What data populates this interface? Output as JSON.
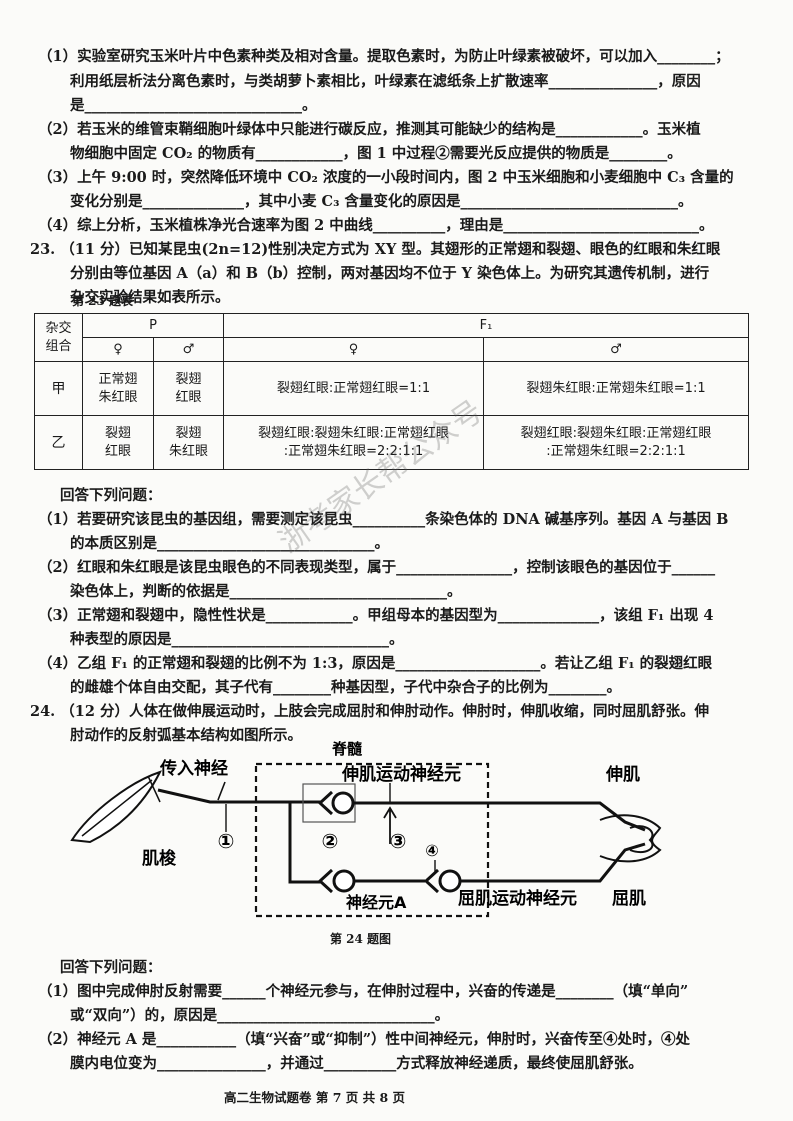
{
  "lines": [
    {
      "id": "q22-1a",
      "text": "（1）实验室研究玉米叶片中色素种类及相对含量。提取色素时，为防止叶绿素被破坏，可以加入________；"
    },
    {
      "id": "q22-1b",
      "text": "利用纸层析法分离色素时，与类胡萝卜素相比，叶绿素在滤纸条上扩散速率_______________，原因"
    },
    {
      "id": "q22-1c",
      "text": "是______________________________。"
    },
    {
      "id": "q22-2a",
      "text": "（2）若玉米的维管束鞘细胞叶绿体中只能进行碳反应，推测其可能缺少的结构是____________。玉米植"
    },
    {
      "id": "q22-2b",
      "text": "物细胞中固定 CO₂ 的物质有____________，图 1 中过程②需要光反应提供的物质是________。"
    },
    {
      "id": "q22-3a",
      "text": "（3）上午 9:00 时，突然降低环境中 CO₂ 浓度的一小段时间内，图 2 中玉米细胞和小麦细胞中 C₃ 含量的"
    },
    {
      "id": "q22-3b",
      "text": "变化分别是______________，其中小麦 C₃ 含量变化的原因是______________________________。"
    },
    {
      "id": "q22-4",
      "text": "（4）综上分析，玉米植株净光合速率为图 2 中曲线__________，理由是___________________________。"
    },
    {
      "id": "q23-a",
      "text": "23.  （11 分）已知某昆虫(2n=12)性别决定方式为 XY 型。其翅形的正常翅和裂翅、眼色的红眼和朱红眼"
    },
    {
      "id": "q23-b",
      "text": "分别由等位基因 A（a）和 B（b）控制，两对基因均不位于 Y 染色体上。为研究其遗传机制，进行"
    },
    {
      "id": "q23-c",
      "text": "杂交实验结果如表所示。"
    },
    {
      "id": "q23-ans",
      "text": "回答下列问题："
    },
    {
      "id": "q23-1a",
      "text": "（1）若要研究该昆虫的基因组，需要测定该昆虫__________条染色体的 DNA 碱基序列。基因 A 与基因 B"
    },
    {
      "id": "q23-1b",
      "text": "的本质区别是______________________________。"
    },
    {
      "id": "q23-2a",
      "text": "（2）红眼和朱红眼是该昆虫眼色的不同表现类型，属于________________，控制该眼色的基因位于______"
    },
    {
      "id": "q23-2b",
      "text": "染色体上，判断的依据是______________________________。"
    },
    {
      "id": "q23-3a",
      "text": "（3）正常翅和裂翅中，隐性性状是____________。甲组母本的基因型为______________，该组 F₁ 出现 4"
    },
    {
      "id": "q23-3b",
      "text": "种表型的原因是______________________________。"
    },
    {
      "id": "q23-4a",
      "text": "（4）乙组 F₁ 的正常翅和裂翅的比例不为 1:3，原因是____________________。若让乙组 F₁ 的裂翅红眼"
    },
    {
      "id": "q23-4b",
      "text": "的雌雄个体自由交配，其子代有________种基因型，子代中杂合子的比例为________。"
    },
    {
      "id": "q24-a",
      "text": "24.  （12 分）人体在做伸展运动时，上肢会完成屈肘和伸肘动作。伸肘时，伸肌收缩，同时屈肌舒张。伸"
    },
    {
      "id": "q24-b",
      "text": "肘动作的反射弧基本结构如图所示。"
    },
    {
      "id": "q24-ans",
      "text": "回答下列问题："
    },
    {
      "id": "q24-1a",
      "text": "（1）图中完成伸肘反射需要______个神经元参与，在伸肘过程中，兴奋的传递是________（填“单向”"
    },
    {
      "id": "q24-1b",
      "text": "或“双向”）的，原因是______________________________。"
    },
    {
      "id": "q24-2a",
      "text": "（2）神经元 A 是___________（填“兴奋”或“抑制”）性中间神经元，伸肘时，兴奋传至④处时，④处"
    },
    {
      "id": "q24-2b",
      "text": "膜内电位变为_______________，并通过__________方式释放神经递质，最终使屈肌舒张。"
    }
  ],
  "table": {
    "caption": "第 23 题表",
    "h_group": "杂交",
    "h_group2": "组合",
    "h_p": "P",
    "h_f1": "F₁",
    "female": "♀",
    "male": "♂",
    "rows": [
      {
        "group": "甲",
        "p_female": "正常翅\n朱红眼",
        "p_male": "裂翅\n红眼",
        "f1_female": "裂翅红眼:正常翅红眼=1:1",
        "f1_male": "裂翅朱红眼:正常翅朱红眼=1:1"
      },
      {
        "group": "乙",
        "p_female": "裂翅\n红眼",
        "p_male": "裂翅\n朱红眼",
        "f1_female": "裂翅红眼:裂翅朱红眼:正常翅红眼\n:正常翅朱红眼=2:2:1:1",
        "f1_male": "裂翅红眼:裂翅朱红眼:正常翅红眼\n:正常翅朱红眼=2:2:1:1"
      }
    ]
  },
  "watermark": "浙考家长帮公众号",
  "figure": {
    "label_spinal": "脊髓",
    "label_afferent": "传入神经",
    "label_extensor_motor": "伸肌运动神经元",
    "label_extensor": "伸肌",
    "label_spindle": "肌梭",
    "label_neuronA": "神经元A",
    "label_flexor_motor": "屈肌运动神经元",
    "label_flexor": "屈肌",
    "n1": "①",
    "n2": "②",
    "n3": "③",
    "n4": "④",
    "caption": "第 24 题图"
  },
  "footer": "高二生物试题卷 第 7 页 共 8 页"
}
